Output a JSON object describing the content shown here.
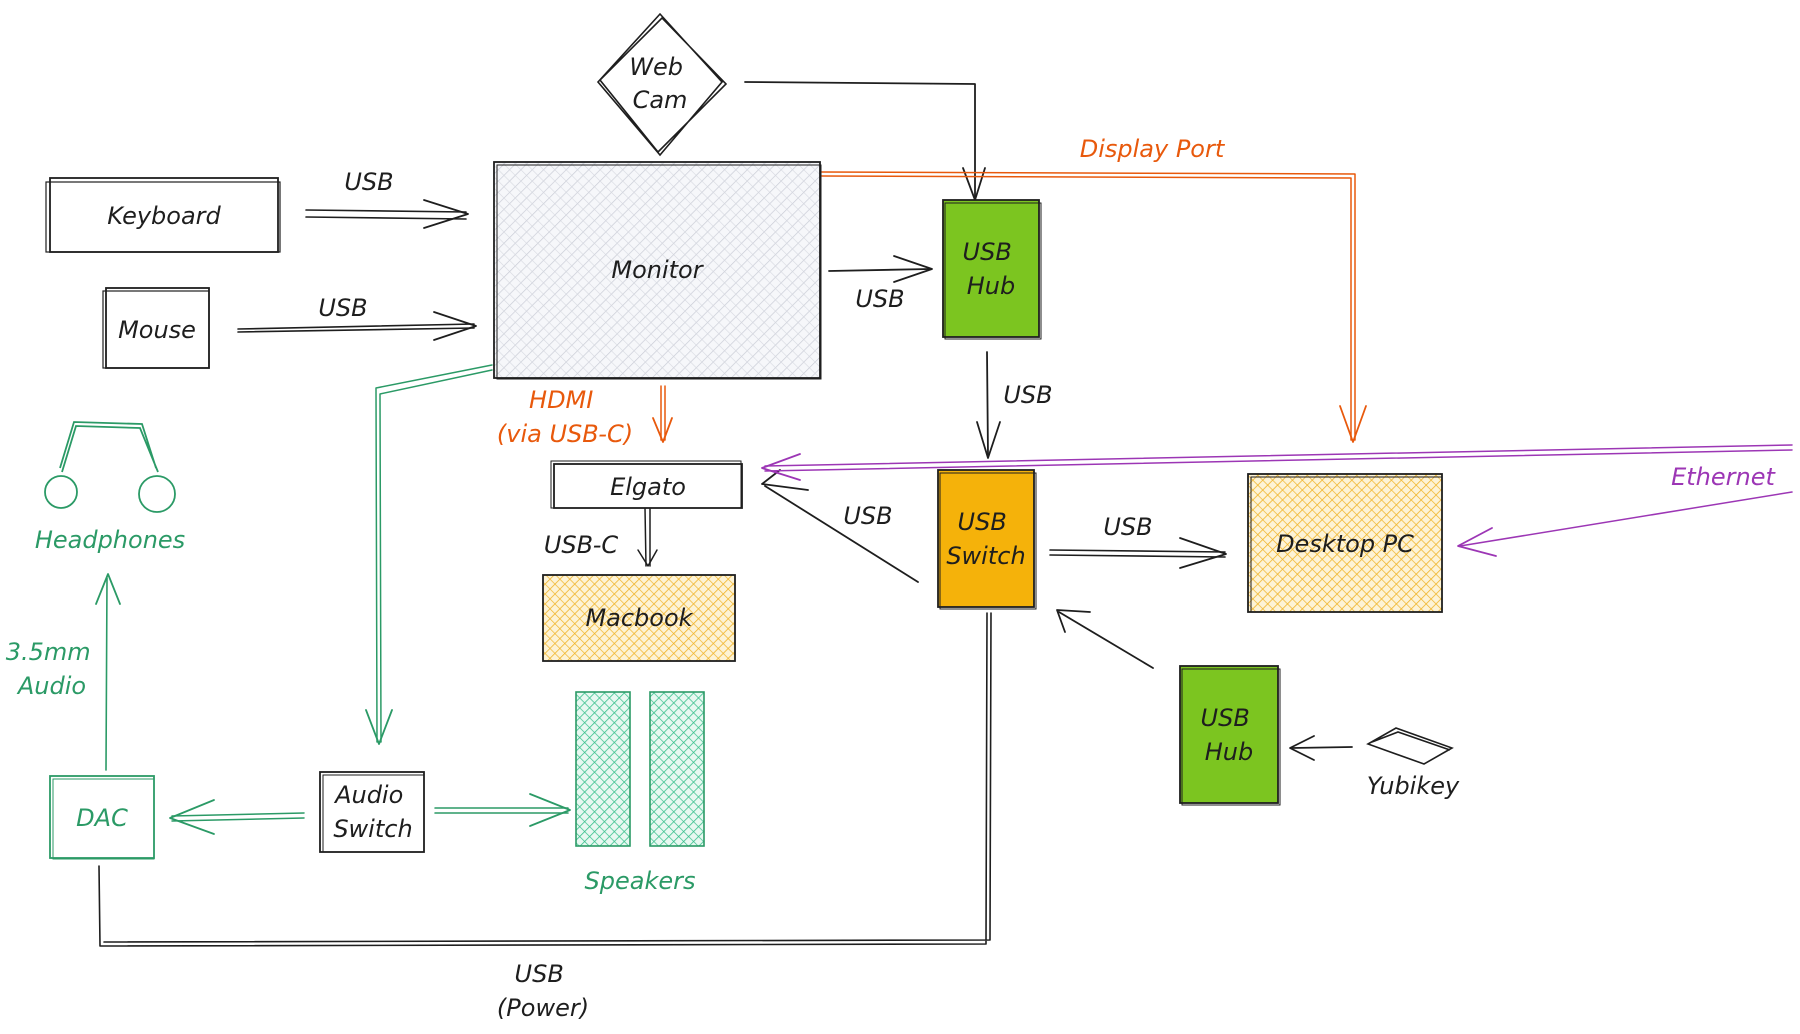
{
  "colors": {
    "ink": "#1e1e1e",
    "orange": "#e8590c",
    "green_line": "#2b9a66",
    "purple": "#9c36b5",
    "hub_green": "#7cc520",
    "switch_orange": "#f5b20a",
    "pc_hatch": "#f2c94c",
    "speaker_hatch": "#38c08c",
    "monitor_hatch": "#c9ccd6"
  },
  "nodes": {
    "webcam": "Web\nCam",
    "keyboard": "Keyboard",
    "mouse": "Mouse",
    "monitor": "Monitor",
    "usb_hub_top": "USB\nHub",
    "elgato": "Elgato",
    "macbook": "Macbook",
    "usb_switch": "USB\nSwitch",
    "desktop_pc": "Desktop PC",
    "usb_hub_bottom": "USB\nHub",
    "yubikey": "Yubikey",
    "headphones": "Headphones",
    "dac": "DAC",
    "audio_switch": "Audio\nSwitch",
    "speakers": "Speakers"
  },
  "edge_labels": {
    "keyboard_usb": "USB",
    "mouse_usb": "USB",
    "monitor_hub_usb": "USB",
    "hub_switch_usb": "USB",
    "switch_elgato_usb": "USB",
    "switch_pc_usb": "USB",
    "display_port": "Display Port",
    "hdmi": "HDMI\n(via USB-C)",
    "usb_c": "USB-C",
    "ethernet": "Ethernet",
    "audio_35": "3.5mm\nAudio",
    "usb_power": "USB\n(Power)"
  },
  "icons": [
    "headphones-icon",
    "yubikey-icon",
    "speaker-icon"
  ]
}
